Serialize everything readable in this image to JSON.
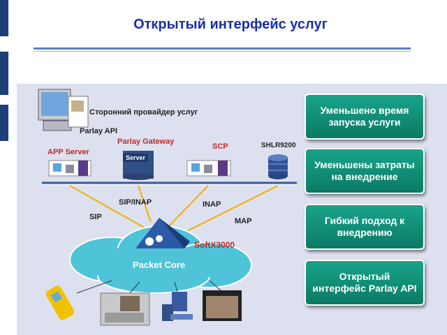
{
  "title": "Открытый интерфейс услуг",
  "diagram": {
    "third_party": "Сторонний провайдер услуг",
    "parlay_api": "Parlay API",
    "parlay_gateway": "Parlay Gateway",
    "app_server": "APP Server",
    "scp": "SCP",
    "shlr": "SHLR9200",
    "server_tag": "Server",
    "sip_inap": "SIP/INAP",
    "inap": "INAP",
    "sip": "SIP",
    "map": "MAP",
    "softx": "SoftX3000",
    "packet_core": "Packet Core"
  },
  "benefits": [
    "Уменьшено время запуска услуги",
    "Уменьшены затраты на внедрение",
    "Гибкий подход к внедрению",
    "Открытый интерфейс Parlay API"
  ],
  "colors": {
    "title": "#1b2fa8",
    "benefit_box": "#13927a",
    "link_line": "#f0b000",
    "label_red": "#c0282c",
    "cloud": "#4fc4d8"
  }
}
